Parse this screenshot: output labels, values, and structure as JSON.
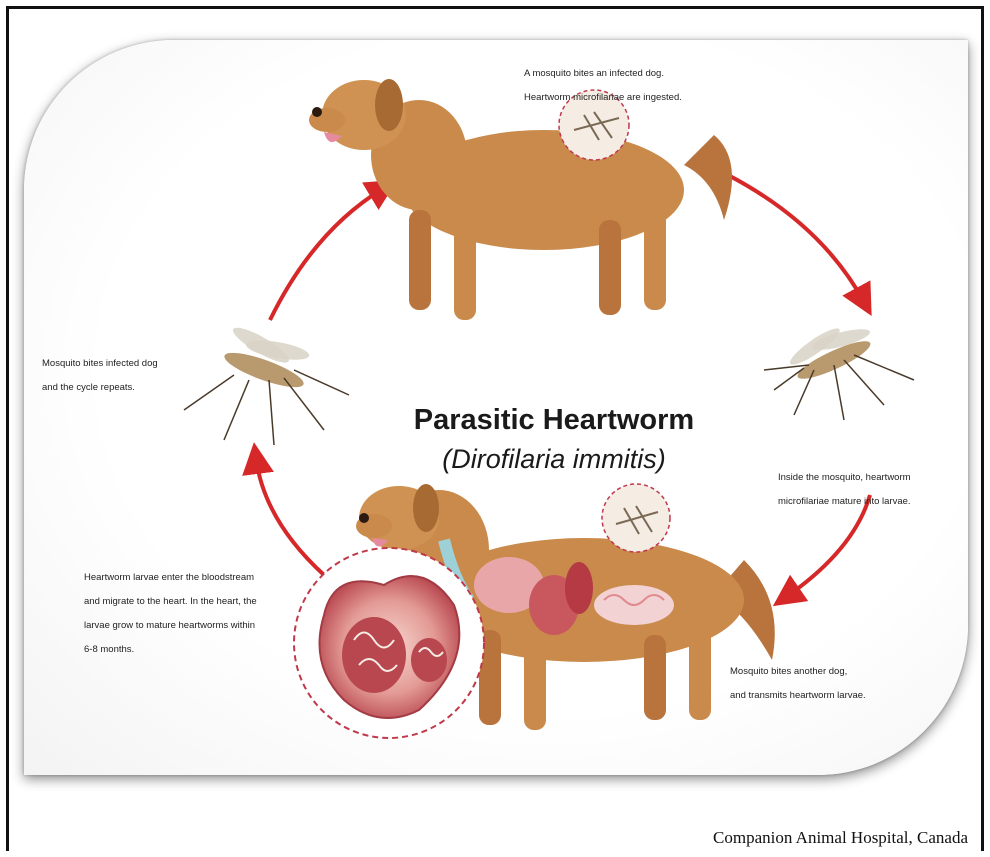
{
  "diagram": {
    "title": "Parasitic Heartworm",
    "subtitle": "(Dirofilaria immitis)",
    "captions": {
      "step1_line1": "A mosquito bites an infected dog.",
      "step1_line2": "Heartworm microfilariae are ingested.",
      "step2_line1": "Inside the mosquito, heartworm",
      "step2_line2": "microfilariae mature into larvae.",
      "step3_line1": "Mosquito bites another dog,",
      "step3_line2": "and transmits heartworm larvae.",
      "step4_line1": "Heartworm larvae enter the bloodstream",
      "step4_line2": "and migrate to the heart. In the heart, the",
      "step4_line3": "larvae grow to mature heartworms within",
      "step4_line4": "6-8 months.",
      "step5_line1": "Mosquito bites infected dog",
      "step5_line2": "and the cycle repeats."
    },
    "colors": {
      "arrow": "#d62828",
      "dog_fur": "#c98a4b",
      "dog_shade": "#a86a33",
      "organ": "#e07a7a",
      "heart": "#c94a52"
    }
  },
  "footer": {
    "credit": "Companion Animal Hospital, Canada"
  }
}
